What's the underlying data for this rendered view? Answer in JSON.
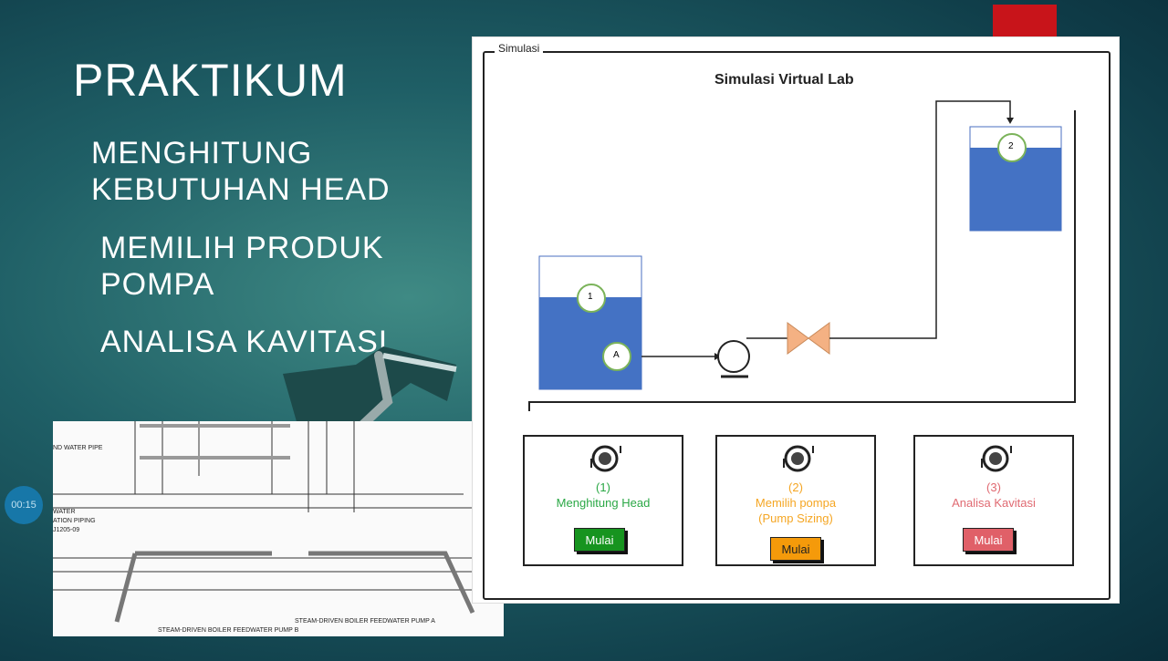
{
  "slide": {
    "title": "PRAKTIKUM",
    "bullets": [
      "MENGHITUNG KEBUTUHAN HEAD",
      "MEMILIH PRODUK POMPA",
      "ANALISA KAVITASI"
    ]
  },
  "video": {
    "timestamp": "00:15"
  },
  "drawing": {
    "labels": [
      "STEAM-DRIVEN BOILER FEEDWATER PUMP B",
      "STEAM-DRIVEN BOILER FEEDWATER PUMP A",
      "WATER",
      "ATION PIPING",
      "J1205-09",
      "ND WATER PIPE"
    ]
  },
  "simulation": {
    "frame_label": "Simulasi",
    "title": "Simulasi Virtual Lab",
    "tank1_label": "1",
    "tank2_label": "2",
    "point_a_label": "A",
    "cards": [
      {
        "number": "(1)",
        "label": "Menghitung Head",
        "button": "Mulai",
        "color": "#2aa845",
        "button_color": "#17941f"
      },
      {
        "number": "(2)",
        "label": "Memilih pompa (Pump Sizing)",
        "button": "Mulai",
        "color": "#f5a623",
        "button_color": "#f59a0a"
      },
      {
        "number": "(3)",
        "label": "Analisa Kavitasi",
        "button": "Mulai",
        "color": "#e06a72",
        "button_color": "#e06068"
      }
    ]
  }
}
